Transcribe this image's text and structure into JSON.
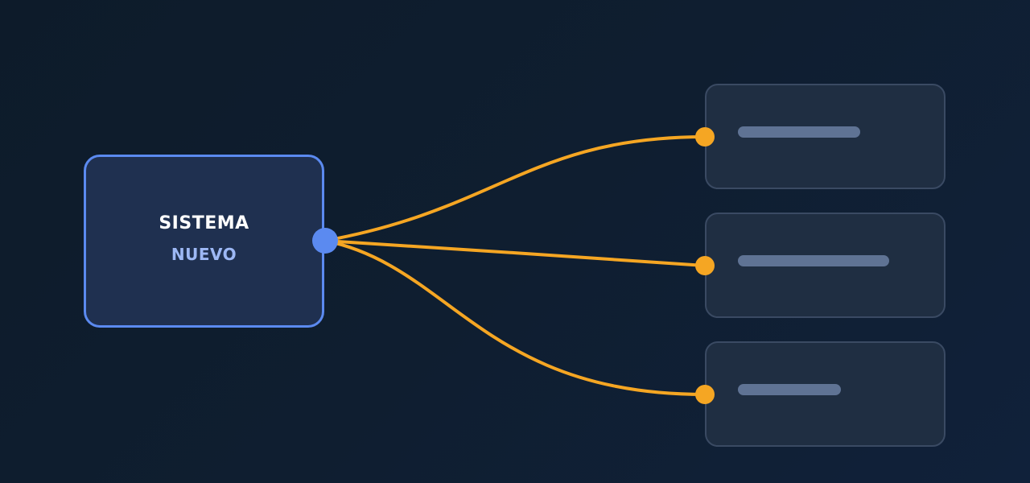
{
  "source": {
    "title": "SISTEMA",
    "subtitle": "NUEVO"
  },
  "targets": [
    {
      "placeholder": "text-placeholder-bar"
    },
    {
      "placeholder": "text-placeholder-bar"
    },
    {
      "placeholder": "text-placeholder-bar"
    }
  ],
  "colors": {
    "background": "#0f1e30",
    "source_border": "#5b8af0",
    "source_fill": "#1f3050",
    "target_border": "#3a4a63",
    "target_fill": "#1f2e42",
    "connector": "#f5a623",
    "source_port": "#5b8af0",
    "placeholder_bar": "#5f7394"
  }
}
